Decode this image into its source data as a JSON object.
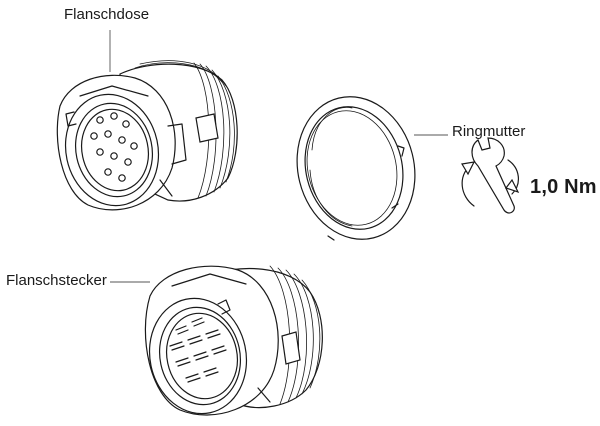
{
  "labels": {
    "flanschdose": "Flanschdose",
    "ringmutter": "Ringmutter",
    "flanschstecker": "Flanschstecker",
    "torque": "1,0 Nm"
  },
  "icons": {
    "torque": "wrench-with-rotation-arrows-icon"
  },
  "colors": {
    "line": "#1a1a1a",
    "background": "#ffffff"
  }
}
